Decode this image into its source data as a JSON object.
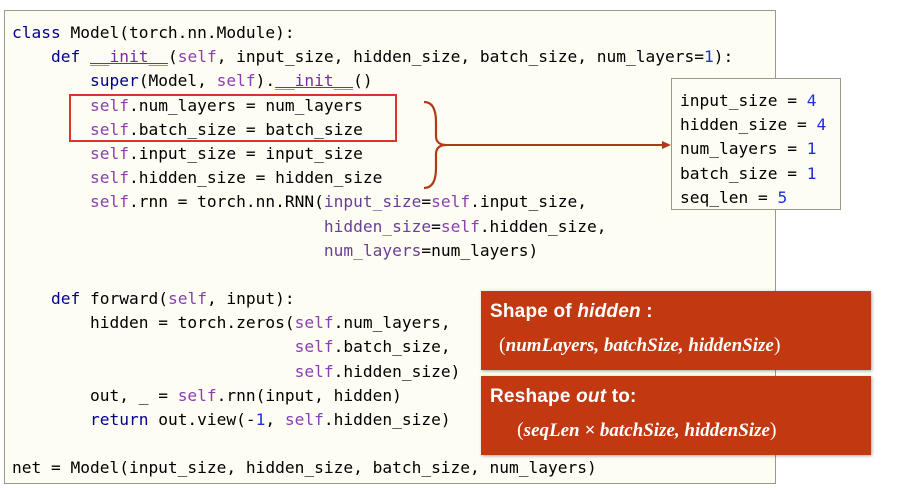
{
  "code": {
    "line1": {
      "a": "class",
      "b": " Model(torch.nn.Module):"
    },
    "line2": {
      "indent": "    ",
      "a": "def",
      "b": " ",
      "c": "__init__",
      "d": "(",
      "e": "self",
      "f": ", input_size, hidden_size, batch_size, num_layers=",
      "g": "1",
      "h": "):"
    },
    "line3": {
      "indent": "        ",
      "a": "super",
      "b": "(Model, ",
      "c": "self",
      "d": ").",
      "e": "__init__",
      "f": "()"
    },
    "line4": {
      "indent": "        ",
      "a": "self",
      "b": ".num_layers = num_layers"
    },
    "line5": {
      "indent": "        ",
      "a": "self",
      "b": ".batch_size = batch_size"
    },
    "line6": {
      "indent": "        ",
      "a": "self",
      "b": ".input_size = input_size"
    },
    "line7": {
      "indent": "        ",
      "a": "self",
      "b": ".hidden_size = hidden_size"
    },
    "line8": {
      "indent": "        ",
      "a": "self",
      "b": ".rnn = torch.nn.RNN(",
      "c": "input_size",
      "d": "=",
      "e": "self",
      "f": ".input_size,"
    },
    "line9": {
      "indent": "                                ",
      "a": "hidden_size",
      "b": "=",
      "c": "self",
      "d": ".hidden_size,"
    },
    "line10": {
      "indent": "                                ",
      "a": "num_layers",
      "b": "=num_layers)"
    },
    "line12": {
      "indent": "    ",
      "a": "def",
      "b": " forward(",
      "c": "self",
      "d": ", input):"
    },
    "line13": {
      "indent": "        ",
      "a": "hidden = torch.zeros(",
      "b": "self",
      "c": ".num_layers,"
    },
    "line14": {
      "indent": "                             ",
      "a": "self",
      "b": ".batch_size,"
    },
    "line15": {
      "indent": "                             ",
      "a": "self",
      "b": ".hidden_size)"
    },
    "line16": {
      "indent": "        ",
      "a": "out, _ = ",
      "b": "self",
      "c": ".rnn(input, hidden)"
    },
    "line17": {
      "indent": "        ",
      "a": "return",
      "b": " out.view(-",
      "c": "1",
      "d": ", ",
      "e": "self",
      "f": ".hidden_size)"
    },
    "line19": {
      "a": "net = Model(input_size, hidden_size, batch_size, num_layers)"
    }
  },
  "info": [
    {
      "name": "input_size = ",
      "value": "4"
    },
    {
      "name": "hidden_size = ",
      "value": "4"
    },
    {
      "name": "num_layers = ",
      "value": "1"
    },
    {
      "name": "batch_size = ",
      "value": "1"
    },
    {
      "name": "seq_len = ",
      "value": "5"
    }
  ],
  "callout_hidden": {
    "title_prefix": "Shape of ",
    "title_emph": "hidden",
    "title_suffix": " :",
    "open": "(",
    "formula": "numLayers, batchSize, hiddenSize",
    "close": ")"
  },
  "callout_out": {
    "title_prefix": "Reshape ",
    "title_emph": "out",
    "title_suffix": " to:",
    "open": "(",
    "formula": "seqLen × batchSize, hiddenSize",
    "close": ")"
  },
  "colors": {
    "keyword": "#00008b",
    "self": "#8a3fb0",
    "number": "#1c2fd9",
    "highlight": "#e03030",
    "arrow": "#b03a16",
    "callout_bg": "#c23811",
    "panel_bg": "#fefdf3"
  }
}
